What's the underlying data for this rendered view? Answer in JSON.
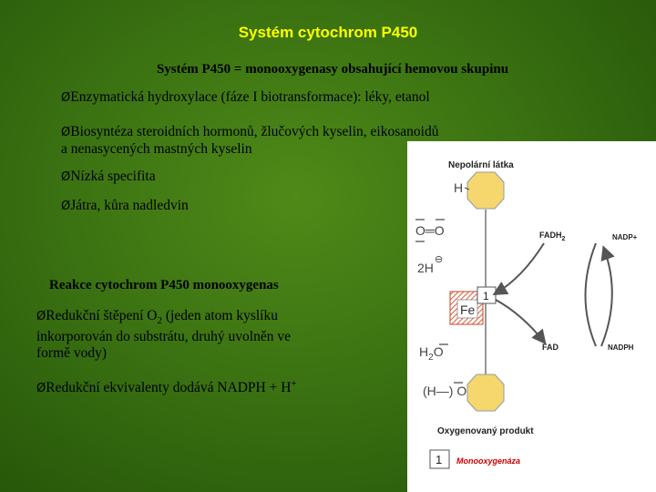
{
  "title": "Systém cytochrom P450",
  "subtitle": "Systém P450 = monooxygenasy obsahující hemovou skupinu",
  "bullets_top": [
    {
      "line1": "Enzymatická hydroxylace (fáze I biotransformace): léky, etanol"
    },
    {
      "line1": "Biosyntéza steroidních hormonů, žlučových kyselin, eikosanoidů",
      "line2": "a nenasycených mastných kyselin"
    },
    {
      "line1": "Nízká specifita"
    },
    {
      "line1": "Játra, kůra nadledvin"
    }
  ],
  "heading2": "Reakce cytochrom P450 monooxygenas",
  "bullets_bottom": {
    "b1": {
      "pre": "Redukční štěpení O",
      "sub": "2",
      "post": " (jeden atom kyslíku",
      "line2": "inkorporován do substrátu, druhý uvolněn ve",
      "line3": "formě vody)"
    },
    "b2": {
      "pre": "Redukční ekvivalenty dodává NADPH + H",
      "sup": "+"
    }
  },
  "bullet_glyph": "Ø",
  "figure": {
    "substrate_label": "Nepolární látka",
    "h_label": "H",
    "o2_label": "O═O",
    "two_h": "2H",
    "minus": "⊖",
    "fe_label": "Fe",
    "enzyme_num": "1",
    "fadh2_main": "FADH",
    "fadh2_sub": "2",
    "nadp_plus": "NADP+",
    "fad": "FAD",
    "nadph": "NADPH",
    "water_h": "H",
    "water_sub": "2",
    "water_o": "O",
    "oh_label": "(H—) O",
    "product_label": "Oxygenovaný produkt",
    "legend_num": "1",
    "legend_label": "Monooxygenáza",
    "colors": {
      "octagon": "#f5d76e",
      "arrow": "#555555",
      "legend": "#cc0000",
      "hatch": "#e05a3a"
    }
  }
}
